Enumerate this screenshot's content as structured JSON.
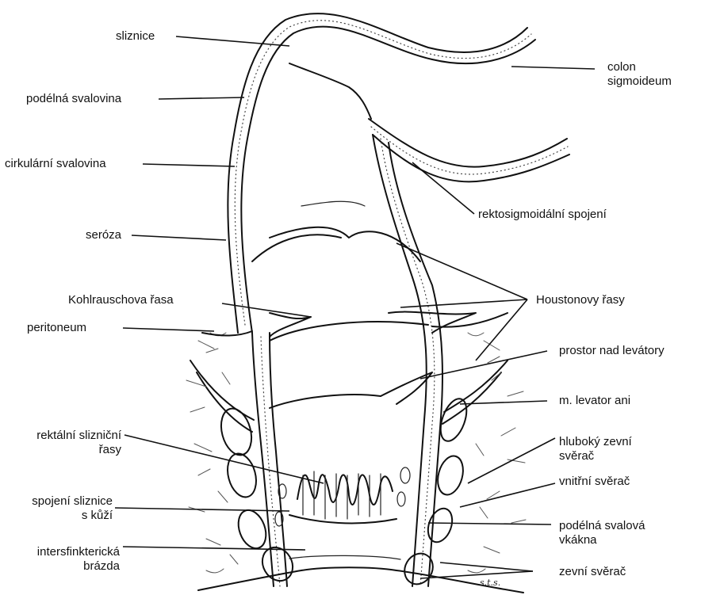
{
  "labels": {
    "sliznice": "sliznice",
    "podelna": "podélná svalovina",
    "cirkularni": "cirkulární svalovina",
    "seroza": "seróza",
    "kohlrausch": "Kohlrauschova řasa",
    "peritoneum": "peritoneum",
    "rektalni_1": "rektální slizniční",
    "rektalni_2": "řasy",
    "spojeni_1": "spojení sliznice",
    "spojeni_2": "s kůží",
    "intersfinkt_1": "intersfinkterická",
    "intersfinkt_2": "brázda",
    "colon_1": "colon",
    "colon_2": "sigmoideum",
    "rektosigm": "rektosigmoidální spojení",
    "houston": "Houstonovy řasy",
    "prostor": "prostor nad levátory",
    "levator": "m. levator ani",
    "hluboky_1": "hluboký zevní",
    "hluboky_2": "svěrač",
    "vnitrni": "vnitřní svěrač",
    "podelna_vl_1": "podélná svalová",
    "podelna_vl_2": "vkákna",
    "zevni": "zevní svěrač",
    "signature": "s.t.s."
  }
}
